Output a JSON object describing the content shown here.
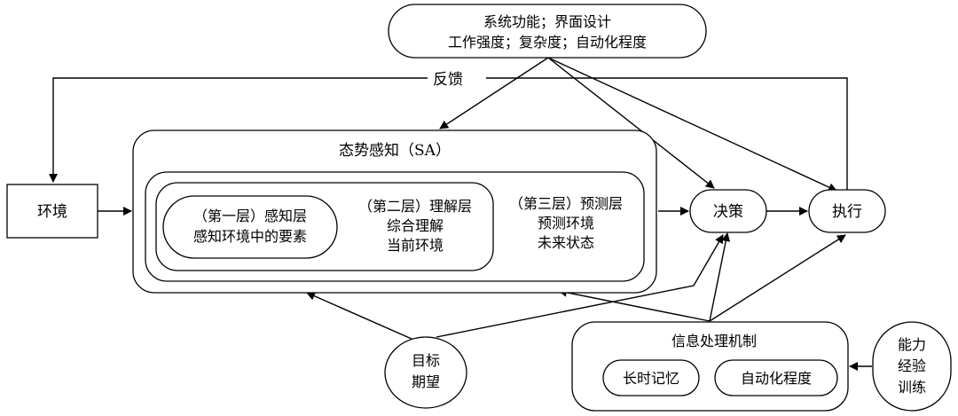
{
  "nodes": {
    "system": {
      "line1": "系统功能；界面设计",
      "line2": "工作强度；复杂度；自动化程度"
    },
    "feedback": "反馈",
    "environment": "环境",
    "sa": {
      "title": "态势感知（SA）",
      "level1": {
        "title": "（第一层）感知层",
        "desc": "感知环境中的要素"
      },
      "level2": {
        "title": "（第二层）理解层",
        "line1": "综合理解",
        "line2": "当前环境"
      },
      "level3": {
        "title": "（第三层）预测层",
        "line1": "预测环境",
        "line2": "未来状态"
      }
    },
    "decision": "决策",
    "execution": "执行",
    "goals": {
      "line1": "目标",
      "line2": "期望"
    },
    "info": {
      "title": "信息处理机制",
      "memory": "长时记忆",
      "automation": "自动化程度"
    },
    "ability": {
      "line1": "能力",
      "line2": "经验",
      "line3": "训练"
    }
  }
}
